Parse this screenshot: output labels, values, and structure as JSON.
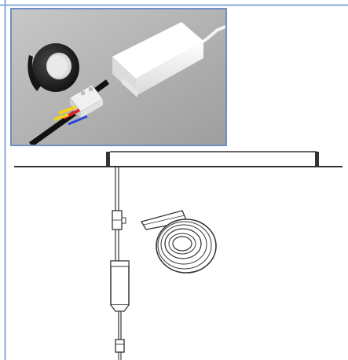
{
  "figure": {
    "inset": {
      "content": "photo",
      "border_color": "#6d8fc4",
      "objects": [
        "electrical-tape",
        "led-driver-box",
        "cable-connector",
        "black-cable"
      ]
    },
    "drawing": {
      "objects": [
        "ceiling-line",
        "ceiling-mount-brackets",
        "drop-cable",
        "inline-connector",
        "tape-roll",
        "driver-box",
        "plug-connector"
      ]
    },
    "colors": {
      "frame_border": "#8aaad6",
      "inset_border": "#6d8fc4",
      "photo_bg": "#b5b5b5",
      "line_art": "#333333",
      "connector_yellow": "#f2d21c",
      "connector_red": "#e0232a",
      "connector_blue": "#2a47d8"
    }
  }
}
